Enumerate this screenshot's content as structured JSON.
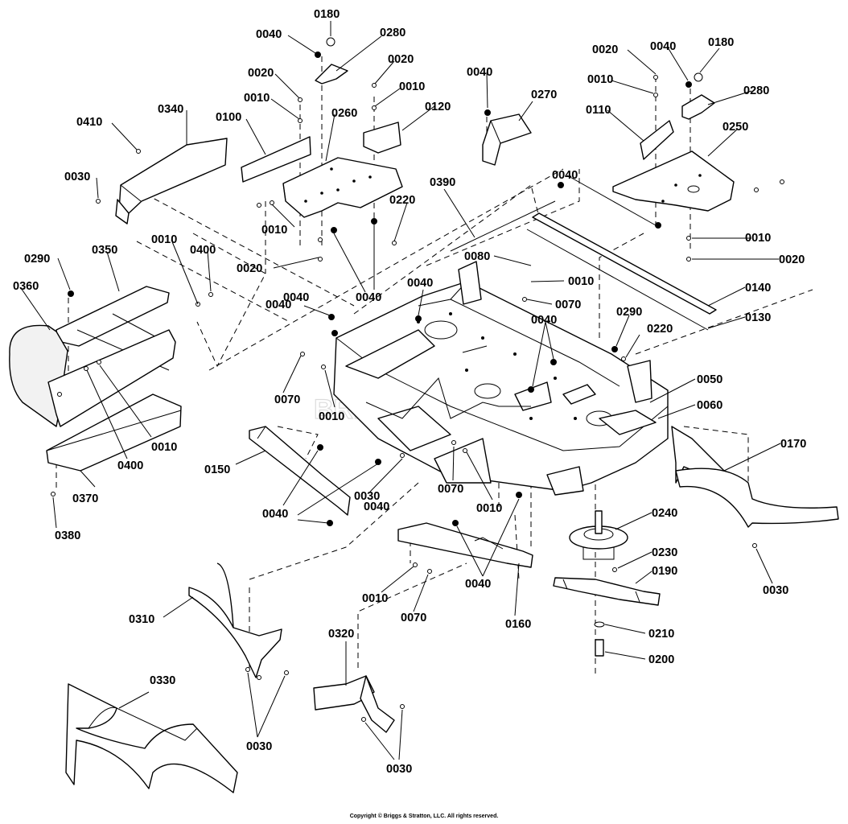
{
  "diagram": {
    "watermark_text": "BRIGGS&STRATTON",
    "copyright": "Copyright © Briggs & Stratton, LLC. All rights reserved.",
    "callouts": [
      "0180",
      "0040",
      "0280",
      "0020",
      "0010",
      "0120",
      "0020",
      "0010",
      "0340",
      "0410",
      "0100",
      "0260",
      "0030",
      "0040",
      "0270",
      "0020",
      "0010",
      "0040",
      "0180",
      "0280",
      "0110",
      "0010",
      "0250",
      "0390",
      "0040",
      "0220",
      "0010",
      "0020",
      "0040",
      "0080",
      "0010",
      "0070",
      "0290",
      "0350",
      "0010",
      "0400",
      "0360",
      "0040",
      "0040",
      "0040",
      "0140",
      "0130",
      "0290",
      "0220",
      "0070",
      "0010",
      "0050",
      "0060",
      "0400",
      "0010",
      "0170",
      "0150",
      "0030",
      "0070",
      "0010",
      "0370",
      "0040",
      "0240",
      "0230",
      "0190",
      "0380",
      "0030",
      "0040",
      "0210",
      "0200",
      "0010",
      "0160",
      "0070",
      "0310",
      "0320",
      "0330",
      "0030",
      "0030",
      "0020",
      "0040",
      "0040"
    ]
  }
}
